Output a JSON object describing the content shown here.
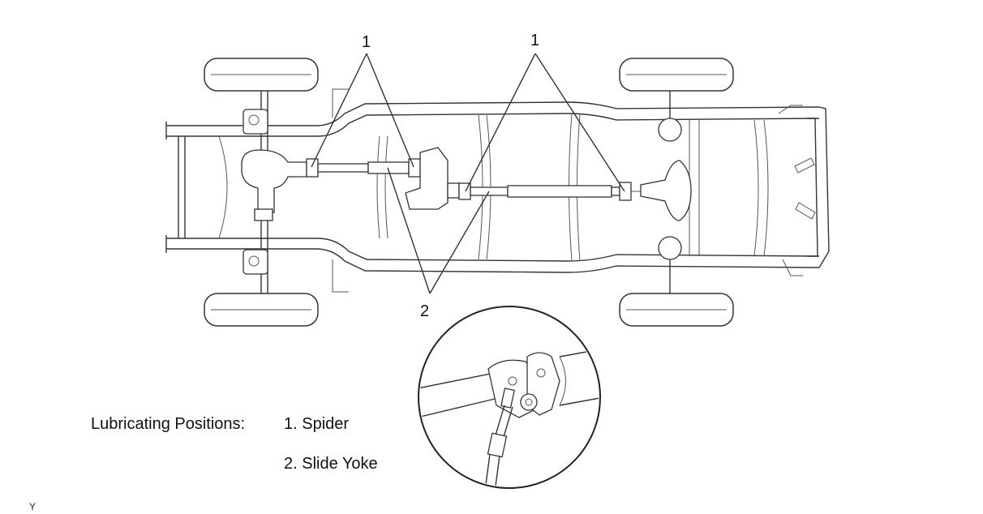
{
  "callouts": {
    "spider_left": "1",
    "spider_right": "1",
    "slide_yoke": "2"
  },
  "legend": {
    "heading": "Lubricating Positions:",
    "items": [
      "1. Spider",
      "2. Slide Yoke"
    ]
  },
  "figure_code": "Y"
}
